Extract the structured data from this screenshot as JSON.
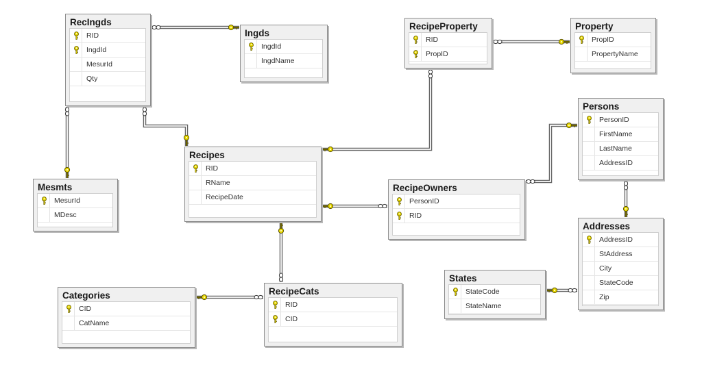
{
  "tables": {
    "RecIngds": {
      "title": "RecIngds",
      "columns": [
        {
          "name": "RID",
          "key": true
        },
        {
          "name": "IngdId",
          "key": true
        },
        {
          "name": "MesurId",
          "key": false
        },
        {
          "name": "Qty",
          "key": false
        }
      ]
    },
    "Ingds": {
      "title": "Ingds",
      "columns": [
        {
          "name": "IngdId",
          "key": true
        },
        {
          "name": "IngdName",
          "key": false
        }
      ]
    },
    "RecipeProperty": {
      "title": "RecipeProperty",
      "columns": [
        {
          "name": "RID",
          "key": true
        },
        {
          "name": "PropID",
          "key": true
        }
      ]
    },
    "Property": {
      "title": "Property",
      "columns": [
        {
          "name": "PropID",
          "key": true
        },
        {
          "name": "PropertyName",
          "key": false
        }
      ]
    },
    "Persons": {
      "title": "Persons",
      "columns": [
        {
          "name": "PersonID",
          "key": true
        },
        {
          "name": "FirstName",
          "key": false
        },
        {
          "name": "LastName",
          "key": false
        },
        {
          "name": "AddressID",
          "key": false
        }
      ]
    },
    "Recipes": {
      "title": "Recipes",
      "columns": [
        {
          "name": "RID",
          "key": true
        },
        {
          "name": "RName",
          "key": false
        },
        {
          "name": "RecipeDate",
          "key": false
        }
      ]
    },
    "Mesmts": {
      "title": "Mesmts",
      "columns": [
        {
          "name": "MesurId",
          "key": true
        },
        {
          "name": "MDesc",
          "key": false
        }
      ]
    },
    "RecipeOwners": {
      "title": "RecipeOwners",
      "columns": [
        {
          "name": "PersonID",
          "key": true
        },
        {
          "name": "RID",
          "key": true
        }
      ]
    },
    "Addresses": {
      "title": "Addresses",
      "columns": [
        {
          "name": "AddressID",
          "key": true
        },
        {
          "name": "StAddress",
          "key": false
        },
        {
          "name": "City",
          "key": false
        },
        {
          "name": "StateCode",
          "key": false
        },
        {
          "name": "Zip",
          "key": false
        }
      ]
    },
    "States": {
      "title": "States",
      "columns": [
        {
          "name": "StateCode",
          "key": true
        },
        {
          "name": "StateName",
          "key": false
        }
      ]
    },
    "Categories": {
      "title": "Categories",
      "columns": [
        {
          "name": "CID",
          "key": true
        },
        {
          "name": "CatName",
          "key": false
        }
      ]
    },
    "RecipeCats": {
      "title": "RecipeCats",
      "columns": [
        {
          "name": "RID",
          "key": true
        },
        {
          "name": "CID",
          "key": true
        }
      ]
    }
  },
  "relationships": [
    {
      "from": "RecIngds",
      "to": "Ingds"
    },
    {
      "from": "RecIngds",
      "to": "Mesmts"
    },
    {
      "from": "RecIngds",
      "to": "Recipes"
    },
    {
      "from": "RecipeProperty",
      "to": "Property"
    },
    {
      "from": "RecipeProperty",
      "to": "Recipes"
    },
    {
      "from": "RecipeOwners",
      "to": "Recipes"
    },
    {
      "from": "RecipeOwners",
      "to": "Persons"
    },
    {
      "from": "Persons",
      "to": "Addresses"
    },
    {
      "from": "Addresses",
      "to": "States"
    },
    {
      "from": "RecipeCats",
      "to": "Recipes"
    },
    {
      "from": "RecipeCats",
      "to": "Categories"
    }
  ],
  "colors": {
    "key": "#e8d800",
    "line": "#666666"
  }
}
